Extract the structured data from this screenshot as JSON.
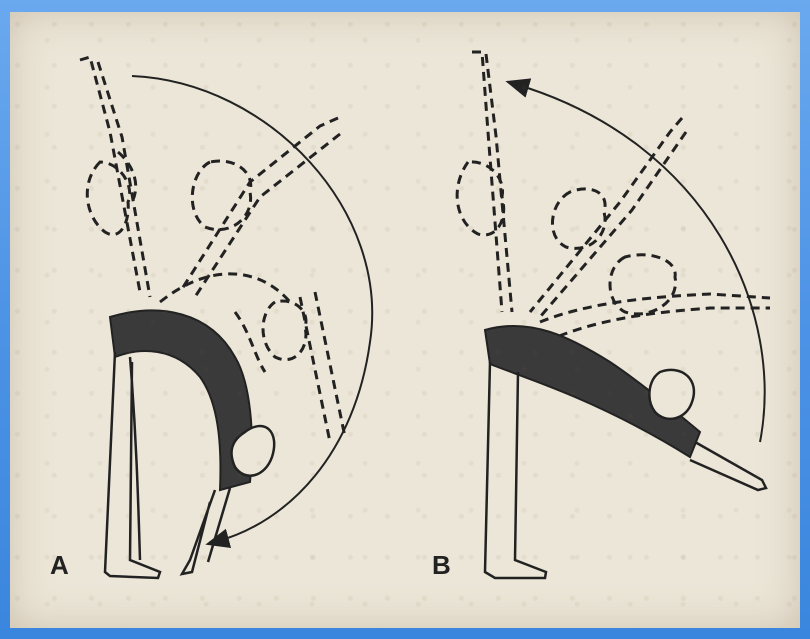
{
  "figure": {
    "panels": [
      {
        "id": "a",
        "label": "A"
      },
      {
        "id": "b",
        "label": "B"
      }
    ],
    "colors": {
      "ink": "#222222",
      "leotard": "#3a3a3a",
      "paper": "#ece6d8",
      "frame": "#4d93e6"
    },
    "icons": [
      "motion-arc-arrow",
      "gymnast-figure",
      "ghost-pose-outline"
    ]
  }
}
